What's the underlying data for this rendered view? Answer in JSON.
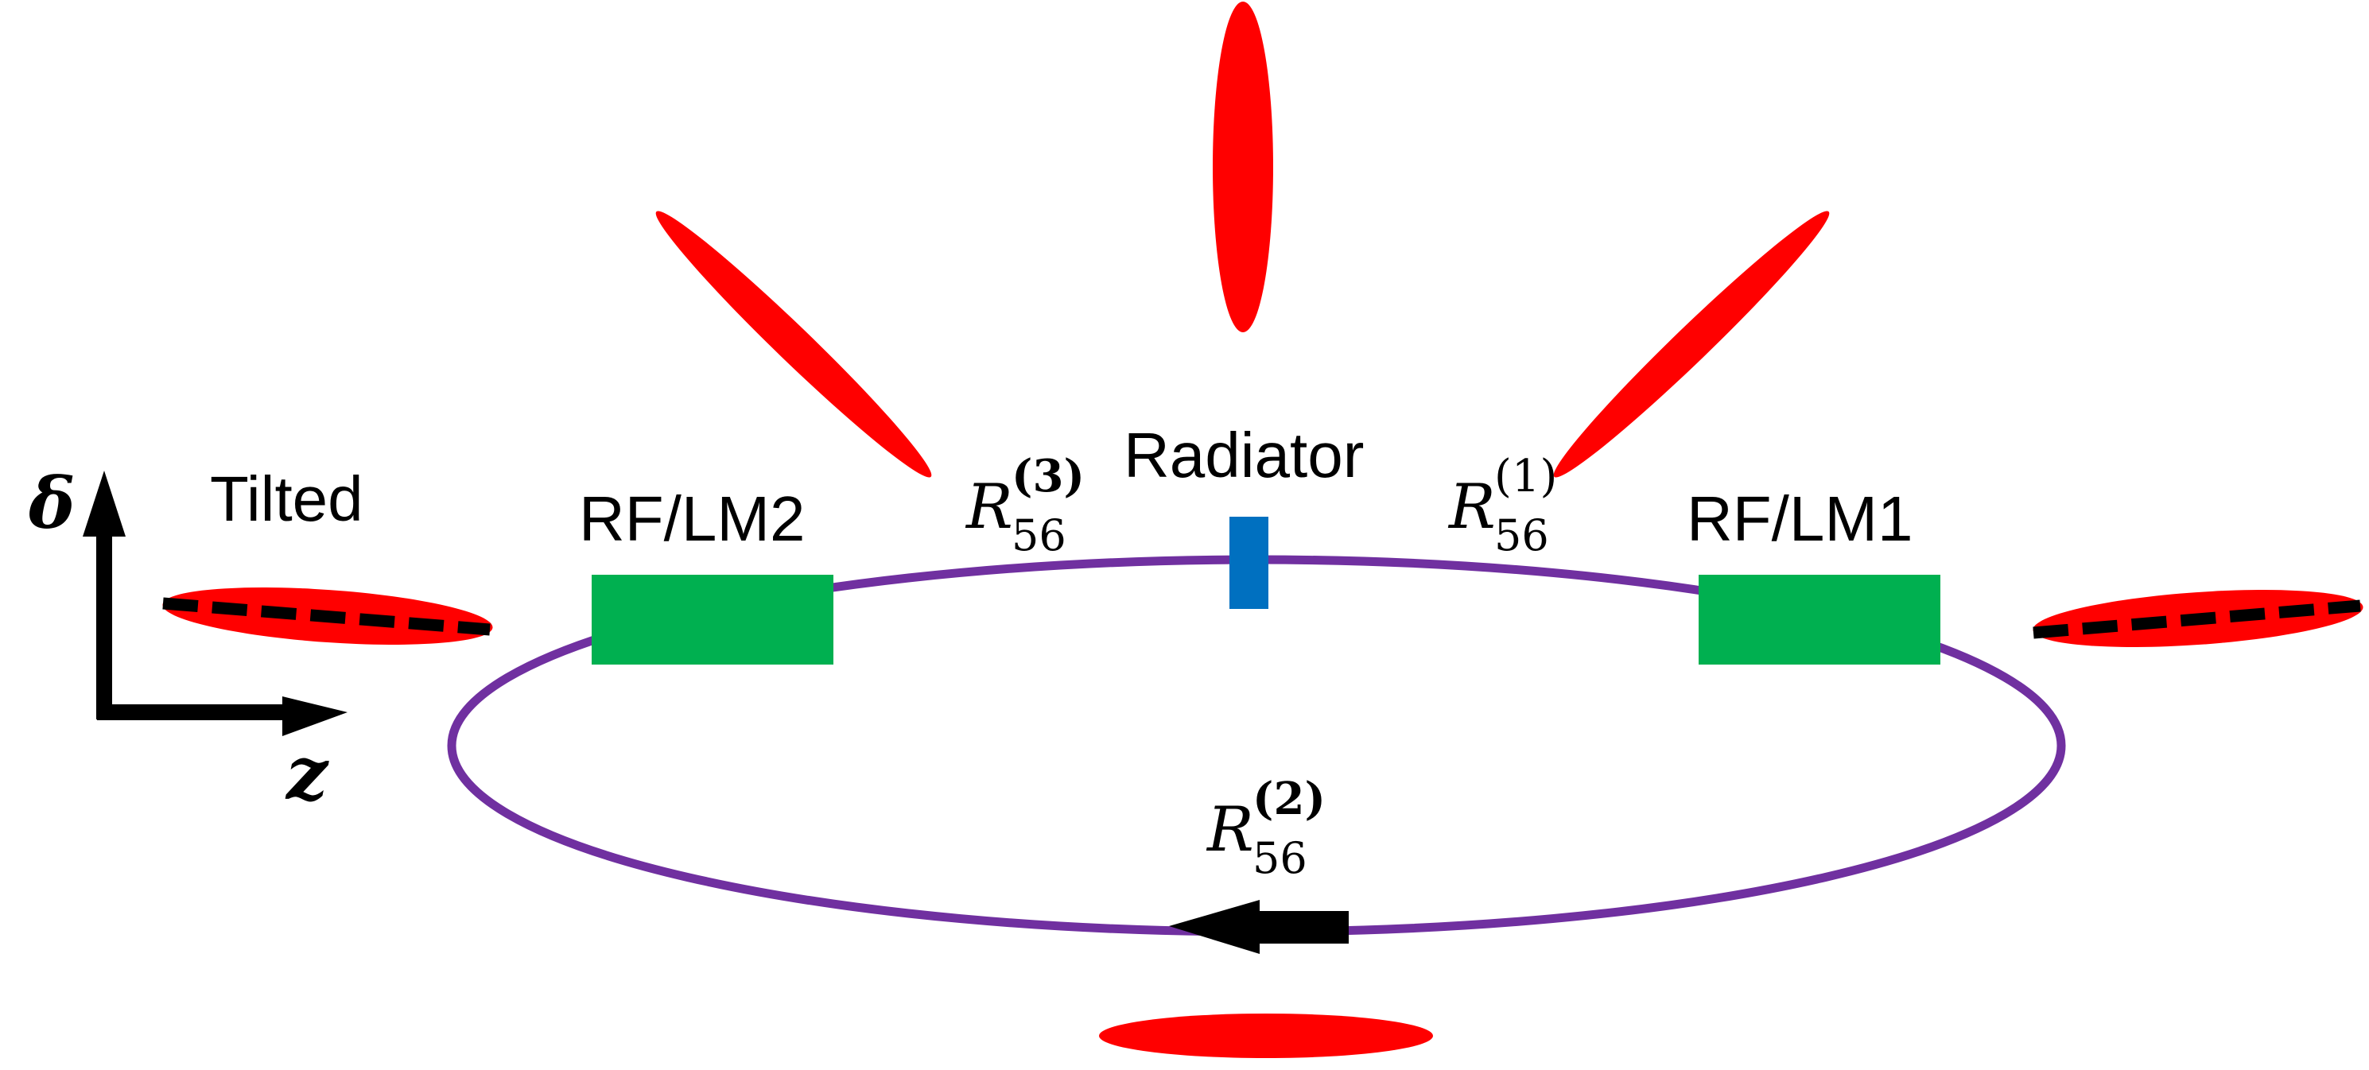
{
  "labels": {
    "tilted": "Tilted",
    "rf_lm2": "RF/LM2",
    "rf_lm1": "RF/LM1",
    "radiator": "Radiator"
  },
  "axes": {
    "vertical": "δ",
    "horizontal": "z"
  },
  "r56": [
    {
      "base": "R",
      "sub": "56",
      "sup": "(3)"
    },
    {
      "base": "R",
      "sub": "56",
      "sup": "(1)"
    },
    {
      "base": "R",
      "sub": "56",
      "sup": "(2)"
    }
  ],
  "colors": {
    "ring": "#7030A0",
    "bunch": "#FF0000",
    "rf_module": "#00B050",
    "radiator": "#0070C0",
    "arrow": "#000000",
    "dash": "#000000"
  },
  "icons": {
    "direction": "left-arrow-icon"
  }
}
